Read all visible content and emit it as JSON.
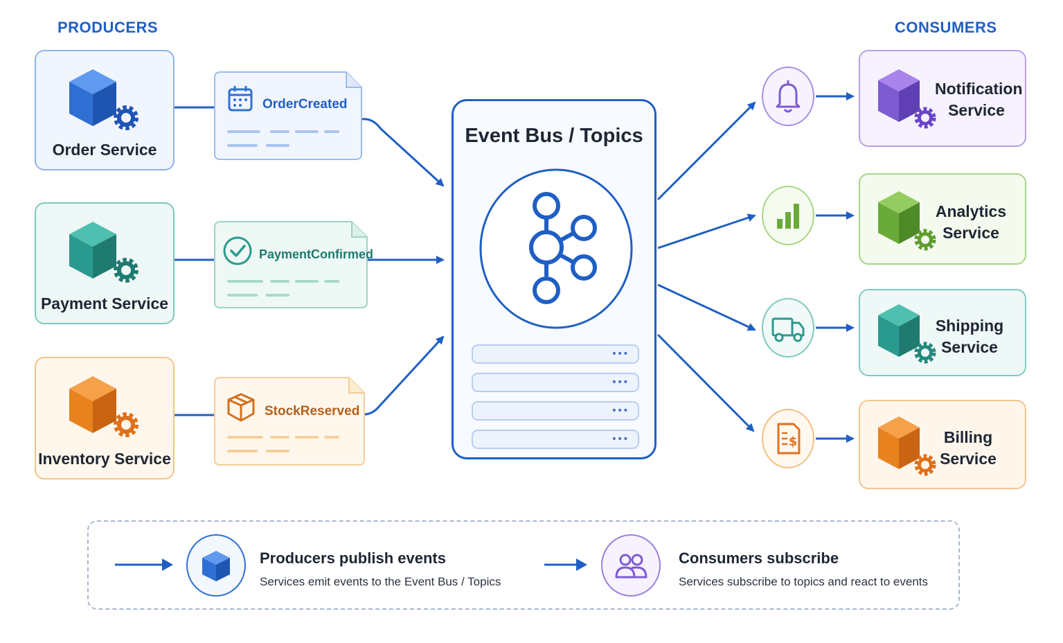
{
  "headings": {
    "producers": "PRODUCERS",
    "consumers": "CONSUMERS"
  },
  "producers": [
    {
      "label": "Order Service",
      "color": "#2f6fd3",
      "icon": "cube-gear-icon"
    },
    {
      "label": "Payment Service",
      "color": "#2a9a8e",
      "icon": "cube-gear-icon"
    },
    {
      "label": "Inventory Service",
      "color": "#e8821e",
      "icon": "cube-gear-icon"
    }
  ],
  "events": [
    {
      "name": "OrderCreated",
      "icon": "calendar-icon",
      "color": "#2f6fd3"
    },
    {
      "name": "PaymentConfirmed",
      "icon": "check-circle-icon",
      "color": "#2a9a8e"
    },
    {
      "name": "StockReserved",
      "icon": "package-icon",
      "color": "#c4701a"
    }
  ],
  "bus": {
    "title": "Event Bus / Topics",
    "icon": "kafka-icon",
    "topic_dots": "•••"
  },
  "consumers": [
    {
      "label_line1": "Notification",
      "label_line2": "Service",
      "icon": "bell-icon",
      "color": "#7d5bd1"
    },
    {
      "label_line1": "Analytics",
      "label_line2": "Service",
      "icon": "bar-chart-icon",
      "color": "#6aaa3a"
    },
    {
      "label_line1": "Shipping",
      "label_line2": "Service",
      "icon": "truck-icon",
      "color": "#2a9a8e"
    },
    {
      "label_line1": "Billing",
      "label_line2": "Service",
      "icon": "invoice-icon",
      "color": "#e8821e"
    }
  ],
  "legend": {
    "publish_title": "Producers publish events",
    "publish_desc": "Services emit events to the Event Bus / Topics",
    "subscribe_title": "Consumers subscribe",
    "subscribe_desc": "Services subscribe to topics and react to events"
  }
}
